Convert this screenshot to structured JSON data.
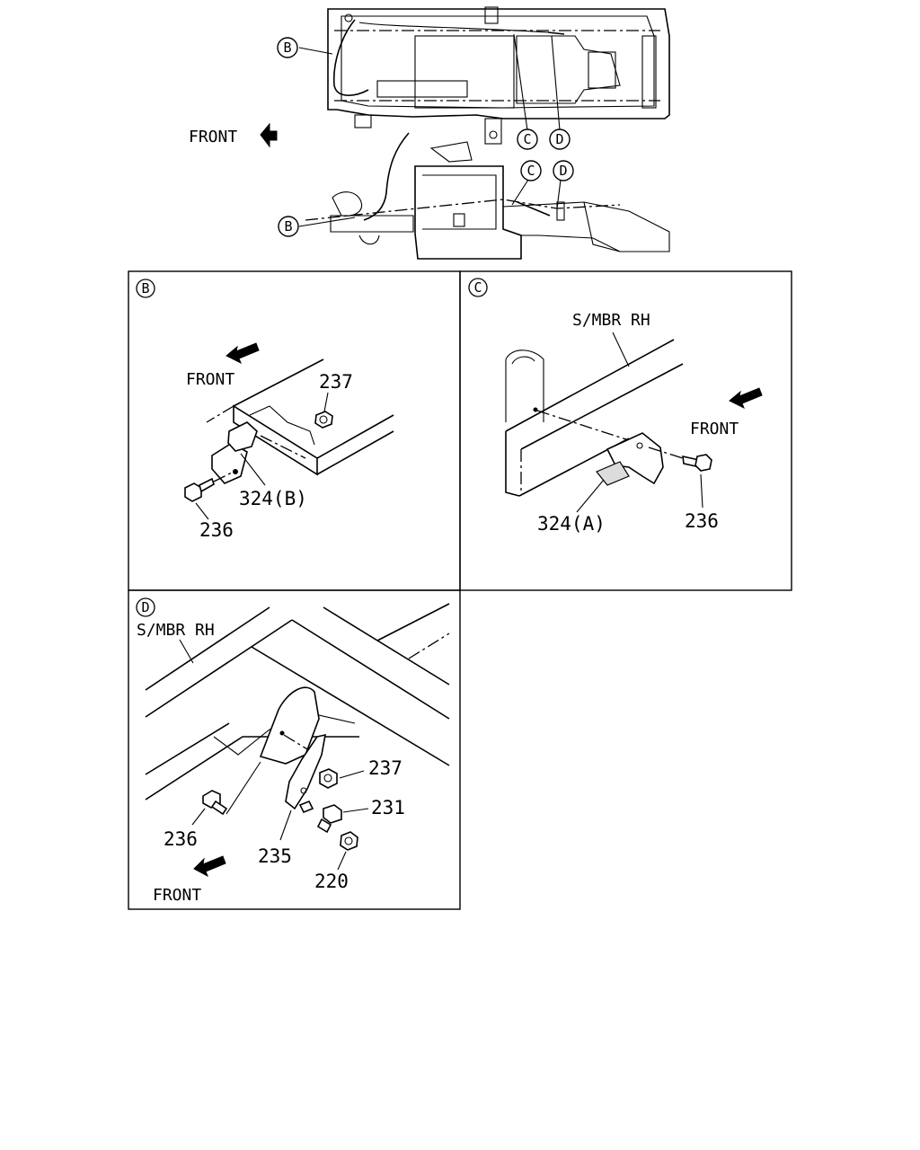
{
  "overview": {
    "front_label": "FRONT",
    "callouts_top": [
      "B",
      "C",
      "D"
    ],
    "callouts_side": [
      "B",
      "C",
      "D"
    ]
  },
  "panel_b": {
    "letter": "B",
    "front_label": "FRONT",
    "parts": [
      "237",
      "324(B)",
      "236"
    ]
  },
  "panel_c": {
    "letter": "C",
    "member_label": "S/MBR RH",
    "front_label": "FRONT",
    "parts": [
      "324(A)",
      "236"
    ]
  },
  "panel_d": {
    "letter": "D",
    "member_label": "S/MBR RH",
    "front_label": "FRONT",
    "parts": [
      "237",
      "231",
      "236",
      "235",
      "220"
    ]
  },
  "icons": [
    "front-arrow-icon",
    "bolt-icon",
    "nut-icon",
    "callout-circle-icon"
  ]
}
